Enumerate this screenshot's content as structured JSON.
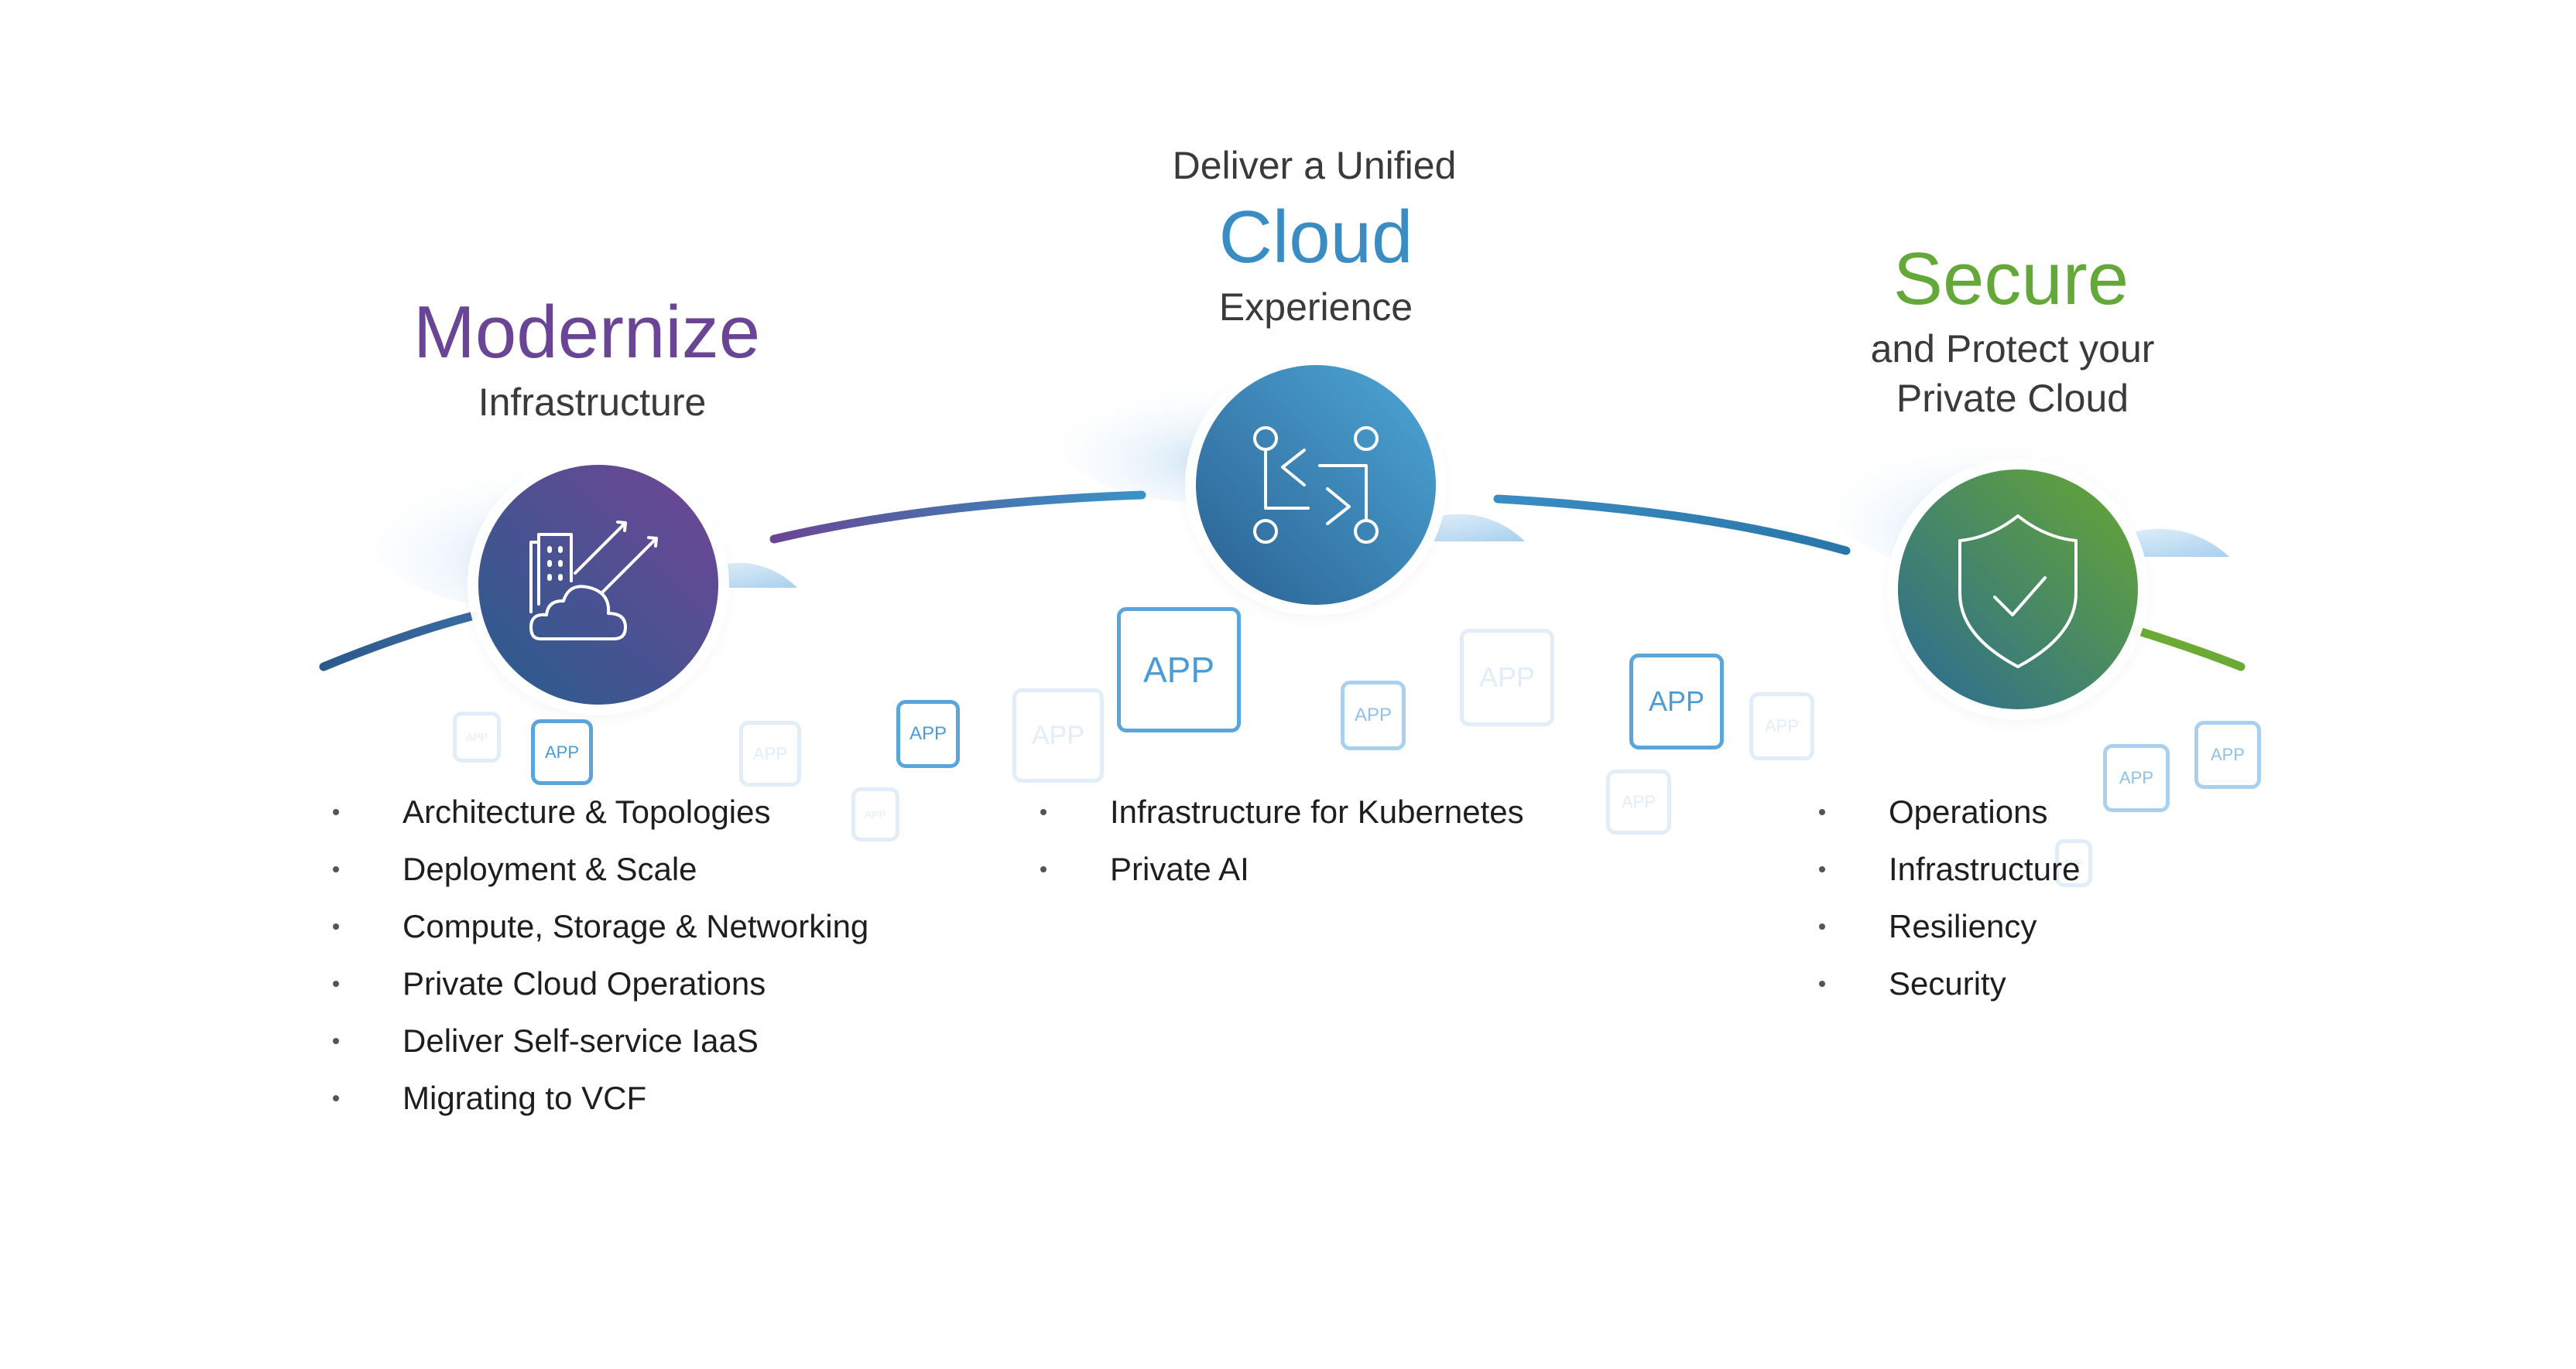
{
  "pillars": [
    {
      "id": "modernize",
      "pre_title": "",
      "title": "Modernize",
      "subtitle_lines": [
        "Infrastructure"
      ],
      "icon": "building-cloud-growth-icon",
      "colors": {
        "title": "#6a4596",
        "gradient_start": "#2a5c8e",
        "gradient_end": "#6b4796"
      },
      "items": [
        "Architecture & Topologies",
        "Deployment & Scale",
        "Compute, Storage & Networking",
        "Private Cloud Operations",
        "Deliver Self-service IaaS",
        "Migrating to VCF"
      ]
    },
    {
      "id": "cloud",
      "pre_title": "Deliver a Unified",
      "title": "Cloud",
      "subtitle_lines": [
        "Experience"
      ],
      "icon": "workflow-nodes-icon",
      "colors": {
        "title": "#3a8cc4",
        "gradient_start": "#2b6496",
        "gradient_end": "#4aa0cf"
      },
      "items": [
        "Infrastructure for Kubernetes",
        "Private AI"
      ]
    },
    {
      "id": "secure",
      "pre_title": "",
      "title": "Secure",
      "subtitle_lines": [
        "and Protect your",
        "Private Cloud"
      ],
      "icon": "shield-check-icon",
      "colors": {
        "title": "#64a83a",
        "gradient_start": "#2f6f8e",
        "gradient_end": "#62a33a"
      },
      "items": [
        "Operations",
        "Infrastructure",
        "Resiliency",
        "Security"
      ]
    }
  ],
  "app_tile_label": "APP",
  "colors": {
    "arc_purple": "#6a4596",
    "arc_blue": "#2e74a8",
    "arc_green": "#6aaa35",
    "cloud_light": "#b7d8f0",
    "app_border": "#5aa6dc"
  }
}
